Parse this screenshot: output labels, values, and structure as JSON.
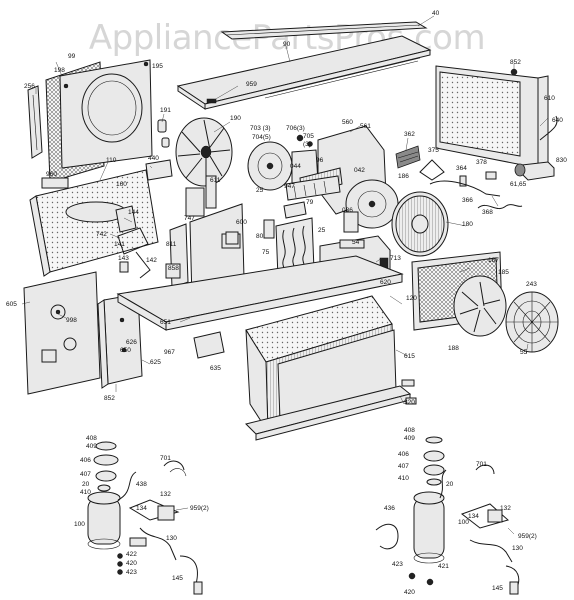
{
  "watermark": "AppliancePartsPros.com",
  "callouts": [
    {
      "name": "callout-40",
      "text": "40"
    },
    {
      "name": "callout-90",
      "text": "90"
    },
    {
      "name": "callout-959-top",
      "text": "959"
    },
    {
      "name": "callout-852-top",
      "text": "852"
    },
    {
      "name": "callout-610",
      "text": "610"
    },
    {
      "name": "callout-640",
      "text": "640"
    },
    {
      "name": "callout-830",
      "text": "830"
    },
    {
      "name": "callout-198",
      "text": "198"
    },
    {
      "name": "callout-99",
      "text": "99"
    },
    {
      "name": "callout-195",
      "text": "195"
    },
    {
      "name": "callout-256",
      "text": "256"
    },
    {
      "name": "callout-191",
      "text": "191"
    },
    {
      "name": "callout-190",
      "text": "190"
    },
    {
      "name": "callout-703",
      "text": "703 (3)"
    },
    {
      "name": "callout-704",
      "text": "704(5)"
    },
    {
      "name": "callout-706",
      "text": "706(3)"
    },
    {
      "name": "callout-705",
      "text": "705"
    },
    {
      "name": "callout-705-qty",
      "text": "(3)"
    },
    {
      "name": "callout-560",
      "text": "560"
    },
    {
      "name": "callout-561",
      "text": "561"
    },
    {
      "name": "callout-362",
      "text": "362"
    },
    {
      "name": "callout-375",
      "text": "375"
    },
    {
      "name": "callout-364",
      "text": "364"
    },
    {
      "name": "callout-378",
      "text": "378"
    },
    {
      "name": "callout-61-65",
      "text": "61,65"
    },
    {
      "name": "callout-440",
      "text": "440"
    },
    {
      "name": "callout-110",
      "text": "110"
    },
    {
      "name": "callout-611",
      "text": "611"
    },
    {
      "name": "callout-044",
      "text": "044"
    },
    {
      "name": "callout-96",
      "text": "96"
    },
    {
      "name": "callout-042",
      "text": "042"
    },
    {
      "name": "callout-186",
      "text": "186"
    },
    {
      "name": "callout-960",
      "text": "960"
    },
    {
      "name": "callout-160",
      "text": "160"
    },
    {
      "name": "callout-25-a",
      "text": "25"
    },
    {
      "name": "callout-947",
      "text": "947"
    },
    {
      "name": "callout-79",
      "text": "79"
    },
    {
      "name": "callout-366",
      "text": "366"
    },
    {
      "name": "callout-368",
      "text": "368"
    },
    {
      "name": "callout-180",
      "text": "180"
    },
    {
      "name": "callout-086",
      "text": "086"
    },
    {
      "name": "callout-144",
      "text": "144"
    },
    {
      "name": "callout-747",
      "text": "747"
    },
    {
      "name": "callout-742",
      "text": "742"
    },
    {
      "name": "callout-141",
      "text": "141"
    },
    {
      "name": "callout-600",
      "text": "600"
    },
    {
      "name": "callout-80",
      "text": "80"
    },
    {
      "name": "callout-25-b",
      "text": "25"
    },
    {
      "name": "callout-54",
      "text": "54"
    },
    {
      "name": "callout-75",
      "text": "75"
    },
    {
      "name": "callout-811",
      "text": "811"
    },
    {
      "name": "callout-713",
      "text": "713"
    },
    {
      "name": "callout-187",
      "text": "187"
    },
    {
      "name": "callout-143",
      "text": "143"
    },
    {
      "name": "callout-142",
      "text": "142"
    },
    {
      "name": "callout-858",
      "text": "858"
    },
    {
      "name": "callout-185",
      "text": "185"
    },
    {
      "name": "callout-243",
      "text": "243"
    },
    {
      "name": "callout-620",
      "text": "620"
    },
    {
      "name": "callout-605",
      "text": "605"
    },
    {
      "name": "callout-120",
      "text": "120"
    },
    {
      "name": "callout-998",
      "text": "998"
    },
    {
      "name": "callout-651",
      "text": "651"
    },
    {
      "name": "callout-626",
      "text": "626"
    },
    {
      "name": "callout-650",
      "text": "650"
    },
    {
      "name": "callout-967",
      "text": "967"
    },
    {
      "name": "callout-188",
      "text": "188"
    },
    {
      "name": "callout-55",
      "text": "55"
    },
    {
      "name": "callout-625",
      "text": "625"
    },
    {
      "name": "callout-635",
      "text": "635"
    },
    {
      "name": "callout-615",
      "text": "615"
    },
    {
      "name": "callout-852-bottom",
      "text": "852"
    },
    {
      "name": "callout-320",
      "text": "320"
    },
    {
      "name": "callout-408-l",
      "text": "408"
    },
    {
      "name": "callout-409-l",
      "text": "409"
    },
    {
      "name": "callout-406-l",
      "text": "406"
    },
    {
      "name": "callout-407-l",
      "text": "407"
    },
    {
      "name": "callout-20-l",
      "text": "20"
    },
    {
      "name": "callout-410-l",
      "text": "410"
    },
    {
      "name": "callout-701-l",
      "text": "701"
    },
    {
      "name": "callout-438-l",
      "text": "438"
    },
    {
      "name": "callout-132-l",
      "text": "132"
    },
    {
      "name": "callout-134-l",
      "text": "134"
    },
    {
      "name": "callout-959-2-l",
      "text": "959(2)"
    },
    {
      "name": "callout-100-l",
      "text": "100"
    },
    {
      "name": "callout-130-l",
      "text": "130"
    },
    {
      "name": "callout-422-l",
      "text": "422"
    },
    {
      "name": "callout-420-l",
      "text": "420"
    },
    {
      "name": "callout-423-l",
      "text": "423"
    },
    {
      "name": "callout-145-l",
      "text": "145"
    },
    {
      "name": "callout-408-r",
      "text": "408"
    },
    {
      "name": "callout-409-r",
      "text": "409"
    },
    {
      "name": "callout-406-r",
      "text": "406"
    },
    {
      "name": "callout-407-r",
      "text": "407"
    },
    {
      "name": "callout-410-r",
      "text": "410"
    },
    {
      "name": "callout-20-r",
      "text": "20"
    },
    {
      "name": "callout-701-r",
      "text": "701"
    },
    {
      "name": "callout-436-r",
      "text": "436"
    },
    {
      "name": "callout-132-r",
      "text": "132"
    },
    {
      "name": "callout-134-r",
      "text": "134"
    },
    {
      "name": "callout-100-r",
      "text": "100"
    },
    {
      "name": "callout-959-2-r",
      "text": "959(2)"
    },
    {
      "name": "callout-130-r",
      "text": "130"
    },
    {
      "name": "callout-423-r",
      "text": "423"
    },
    {
      "name": "callout-421-r",
      "text": "421"
    },
    {
      "name": "callout-420-r",
      "text": "420"
    },
    {
      "name": "callout-145-r",
      "text": "145"
    }
  ]
}
